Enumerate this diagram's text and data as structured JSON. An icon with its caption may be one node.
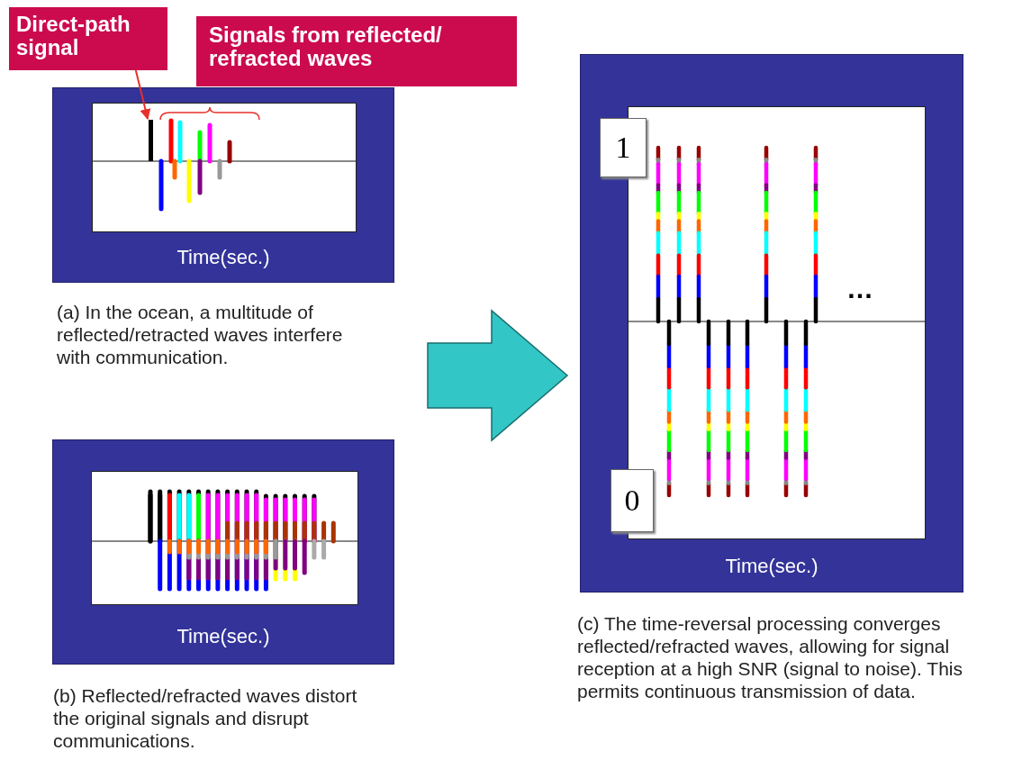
{
  "diagram": {
    "nodes": [
      {
        "text": [
          "Time(sec.)"
        ]
      },
      {
        "text": [
          "Direct-path signal"
        ]
      },
      {
        "text": [
          "Signals from reflected/ refracted waves"
        ]
      },
      {
        "text": [],
        "shape": "bar",
        "in": 0
      },
      {
        "text": [
          "Time(sec.)"
        ]
      },
      {
        "text": [
          "Time(sec.)"
        ]
      },
      {
        "text": [
          "1"
        ],
        "in": 5
      },
      {
        "text": [
          "0"
        ],
        "in": 5
      }
    ],
    "edges": [
      {
        "from": 1,
        "to": 3,
        "arrow": "to",
        "color": "#e8302a"
      },
      {
        "from": null,
        "to": 5,
        "arrow": "to",
        "style": "thick",
        "color": "#33c6c6"
      }
    ],
    "labels": [
      "(a) In the ocean, a multitude of reflected/retracted waves interfere with communication.",
      "…",
      "(b) Reflected/refracted waves distort the original signals and disrupt communications.",
      "(c) The time-reversal processing converges reflected/refracted waves, allowing for signal reception at a high SNR (signal to noise). This permits continuous transmission of data."
    ]
  }
}
